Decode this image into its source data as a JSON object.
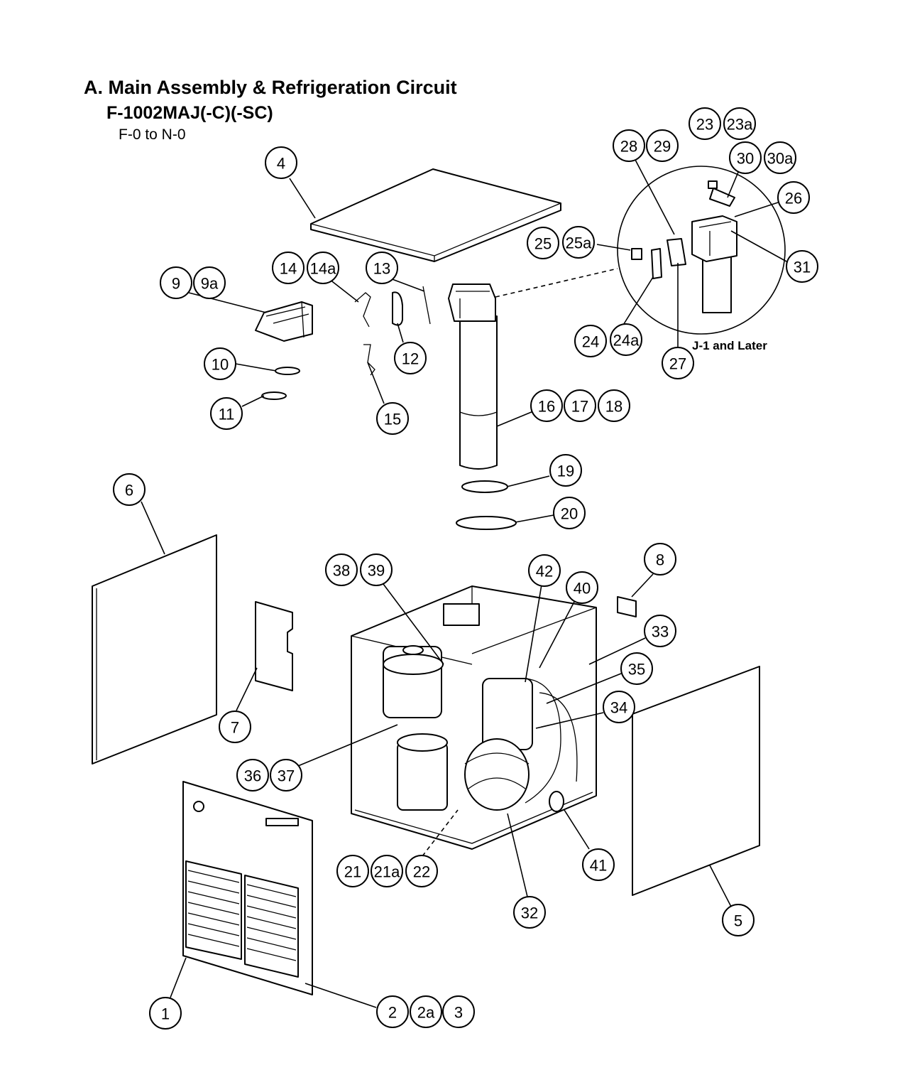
{
  "heading": {
    "title": "A. Main Assembly & Refrigeration Circuit",
    "model": "F-1002MAJ(-C)(-SC)",
    "serial_range": "F-0 to N-0"
  },
  "detail": {
    "label": "J-1 and Later"
  },
  "callouts": [
    "1",
    "2",
    "2a",
    "3",
    "4",
    "5",
    "6",
    "7",
    "8",
    "9",
    "9a",
    "10",
    "11",
    "12",
    "13",
    "14",
    "14a",
    "15",
    "16",
    "17",
    "18",
    "19",
    "20",
    "21",
    "21a",
    "22",
    "23",
    "23a",
    "24",
    "24a",
    "25",
    "25a",
    "26",
    "27",
    "28",
    "29",
    "30",
    "30a",
    "31",
    "32",
    "33",
    "34",
    "35",
    "36",
    "37",
    "38",
    "39",
    "40",
    "41",
    "42"
  ]
}
